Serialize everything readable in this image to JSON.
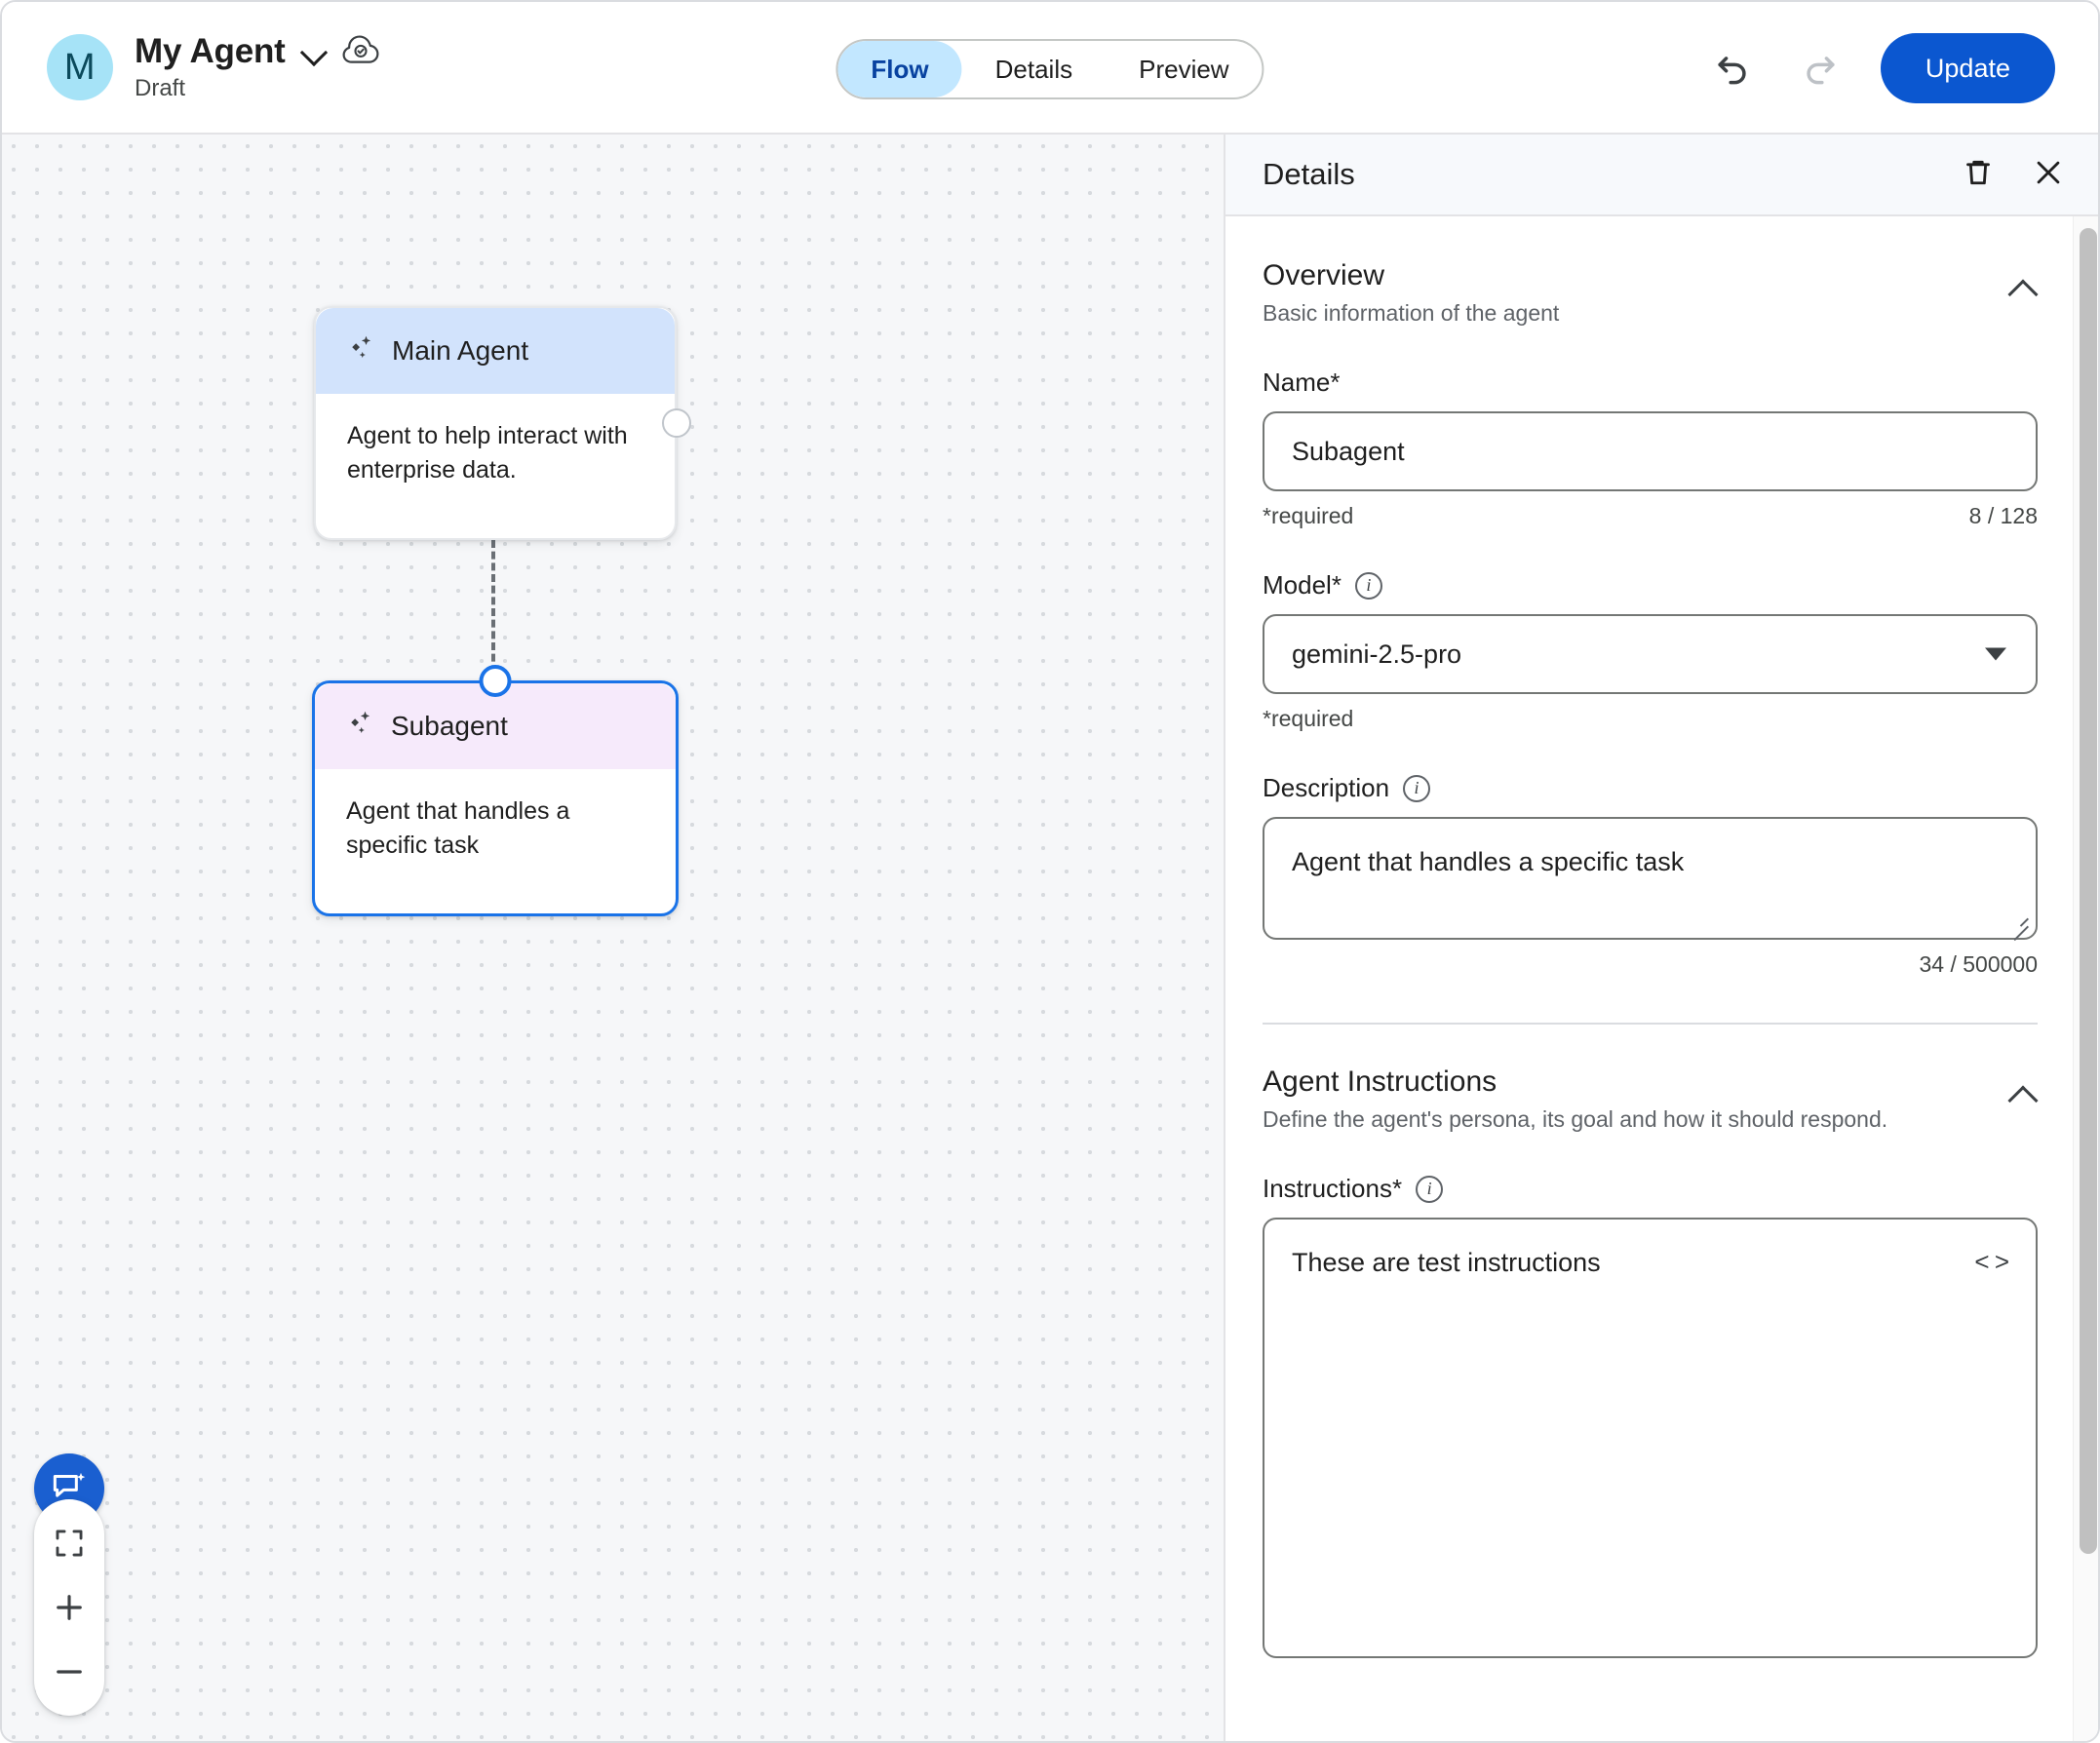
{
  "topbar": {
    "avatar_letter": "M",
    "agent_name": "My Agent",
    "agent_status": "Draft",
    "dropdown_icon": "chevron-down-icon",
    "cloud_icon": "cloud-saved-icon",
    "tabs": [
      {
        "label": "Flow",
        "active": true
      },
      {
        "label": "Details",
        "active": false
      },
      {
        "label": "Preview",
        "active": false
      }
    ],
    "undo_icon": "undo-icon",
    "redo_icon": "redo-icon",
    "update_label": "Update"
  },
  "canvas": {
    "nodes": [
      {
        "id": "main-agent",
        "title": "Main Agent",
        "description": "Agent to help interact with enterprise data.",
        "header_color": "#d2e3fc",
        "selected": false
      },
      {
        "id": "subagent",
        "title": "Subagent",
        "description": "Agent that handles a specific task",
        "header_color": "#f6eafb",
        "selected": true
      }
    ],
    "controls": {
      "chat_fab": "chat-sparkle-icon",
      "fit_screen": "fit-to-screen-icon",
      "zoom_in": "zoom-in-icon",
      "zoom_out": "zoom-out-icon"
    }
  },
  "panel": {
    "title": "Details",
    "delete_icon": "trash-icon",
    "close_icon": "close-icon",
    "overview": {
      "title": "Overview",
      "subtitle": "Basic information of the agent",
      "collapse_icon": "chevron-up-icon",
      "name": {
        "label": "Name*",
        "value": "Subagent",
        "placeholder": "Name",
        "required_note": "*required",
        "counter": "8 / 128"
      },
      "model": {
        "label": "Model*",
        "info_icon": "info-icon",
        "value": "gemini-2.5-pro",
        "required_note": "*required",
        "dropdown_icon": "dropdown-arrow-icon"
      },
      "description": {
        "label": "Description",
        "info_icon": "info-icon",
        "value": "Agent that handles a specific task",
        "placeholder": "Description",
        "counter": "34 / 500000"
      }
    },
    "instructions_section": {
      "title": "Agent Instructions",
      "subtitle": "Define the agent's persona, its goal and how it should respond.",
      "collapse_icon": "chevron-up-icon",
      "instructions": {
        "label": "Instructions*",
        "info_icon": "info-icon",
        "value": "These are test instructions",
        "placeholder": "Instructions",
        "code_icon": "code-brackets-icon"
      }
    }
  }
}
